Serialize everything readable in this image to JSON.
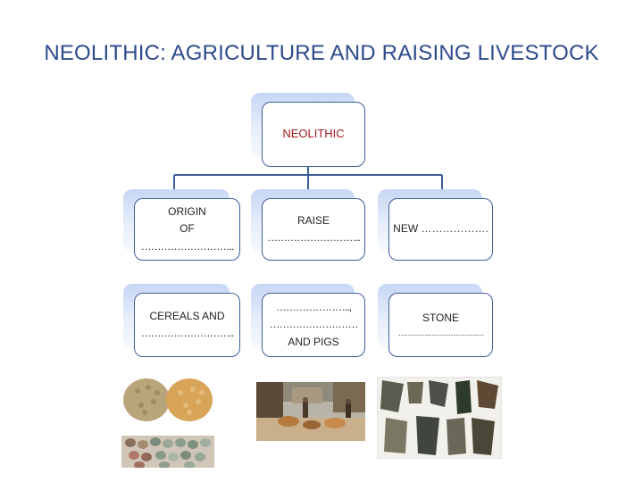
{
  "title": "NEOLITHIC: AGRICULTURE AND RAISING LIVESTOCK",
  "root": {
    "label": "NEOLITHIC",
    "color": "#a3191f"
  },
  "boxes": {
    "origin": {
      "line1": "ORIGIN",
      "line2": "OF",
      "line3": "……………………….."
    },
    "raise": {
      "line1": "RAISE",
      "line2": "……………………….."
    },
    "new": {
      "line1": "NEW ………………."
    },
    "cereals": {
      "line1": "CEREALS AND",
      "line2": "……………………….."
    },
    "animals": {
      "line1": "…………………..,",
      "line2": "………………………",
      "line3": "AND PIGS"
    },
    "stone": {
      "line1": "STONE",
      "line2": "………………………………"
    }
  },
  "images": {
    "grains": "grains-photo",
    "beans": "beans-photo",
    "livestock": "livestock-photo",
    "tools": "stone-tools-photo"
  },
  "colors": {
    "title": "#2e4a8c",
    "border": "#3d5f9a",
    "connector": "#3d5f9a"
  }
}
